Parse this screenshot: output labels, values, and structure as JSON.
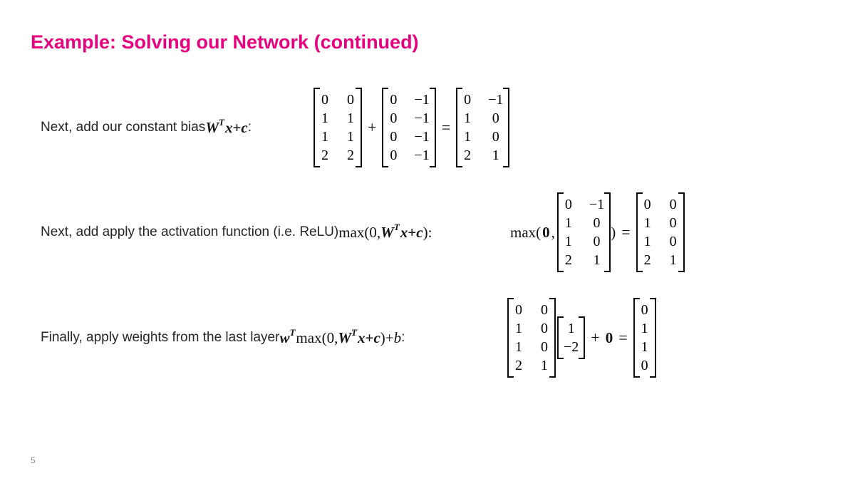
{
  "title": "Example: Solving our Network (continued)",
  "accent_color": "#e6017e",
  "page_number": "5",
  "row1": {
    "label": {
      "prefix": "Next, add our constant bias ",
      "W": "W",
      "T": "T",
      "x": "x",
      "plus": " + ",
      "c": "c",
      "colon": ":"
    },
    "m1": [
      [
        "0",
        "0"
      ],
      [
        "1",
        "1"
      ],
      [
        "1",
        "1"
      ],
      [
        "2",
        "2"
      ]
    ],
    "op_plus": "+",
    "m2": [
      [
        "0",
        "−1"
      ],
      [
        "0",
        "−1"
      ],
      [
        "0",
        "−1"
      ],
      [
        "0",
        "−1"
      ]
    ],
    "op_equals": "=",
    "m3": [
      [
        "0",
        "−1"
      ],
      [
        "1",
        "0"
      ],
      [
        "1",
        "0"
      ],
      [
        "2",
        "1"
      ]
    ]
  },
  "row2": {
    "label": {
      "prefix": "Next, add apply the activation function (i.e. ReLU) ",
      "max_open": "max(",
      "zero": "0",
      "comma": ", ",
      "W": "W",
      "T": "T",
      "x": "x",
      "plus": " + ",
      "c": "c",
      "close": ")",
      "colon": " :"
    },
    "math": {
      "max_open": "max(",
      "zero": "0",
      "comma": ",",
      "m1": [
        [
          "0",
          "−1"
        ],
        [
          "1",
          "0"
        ],
        [
          "1",
          "0"
        ],
        [
          "2",
          "1"
        ]
      ],
      "close": ")",
      "op_equals": "=",
      "m2": [
        [
          "0",
          "0"
        ],
        [
          "1",
          "0"
        ],
        [
          "1",
          "0"
        ],
        [
          "2",
          "1"
        ]
      ]
    }
  },
  "row3": {
    "label": {
      "prefix": "Finally, apply weights from the last layer ",
      "w": "w",
      "T1": "T",
      "max_open": " max(",
      "zero": "0",
      "comma": ", ",
      "W": "W",
      "T2": "T",
      "x": "x",
      "plus": " + ",
      "c": "c",
      "close": ")",
      "plus_b": " + ",
      "b": "b",
      "colon": ":"
    },
    "math": {
      "m1": [
        [
          "0",
          "0"
        ],
        [
          "1",
          "0"
        ],
        [
          "1",
          "0"
        ],
        [
          "2",
          "1"
        ]
      ],
      "v1": [
        [
          "1"
        ],
        [
          "−2"
        ]
      ],
      "op_plus": "+",
      "zero": "0",
      "op_equals": "=",
      "m2": [
        [
          "0"
        ],
        [
          "1"
        ],
        [
          "1"
        ],
        [
          "0"
        ]
      ]
    }
  }
}
